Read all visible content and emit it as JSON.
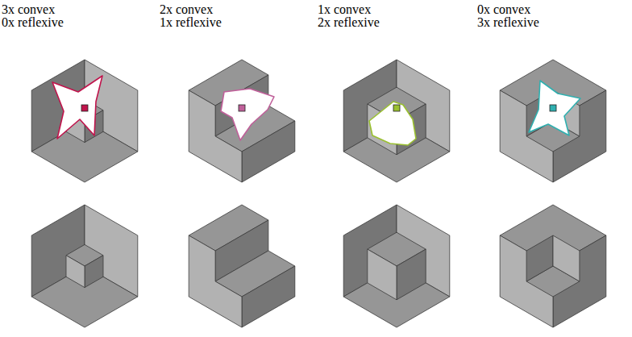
{
  "diagram": {
    "labels": [
      "3x convex",
      "0x reflexive",
      "2x convex",
      "1x reflexive",
      "1x convex",
      "2x reflexive",
      "0x convex",
      "3x reflexive"
    ]
  }
}
